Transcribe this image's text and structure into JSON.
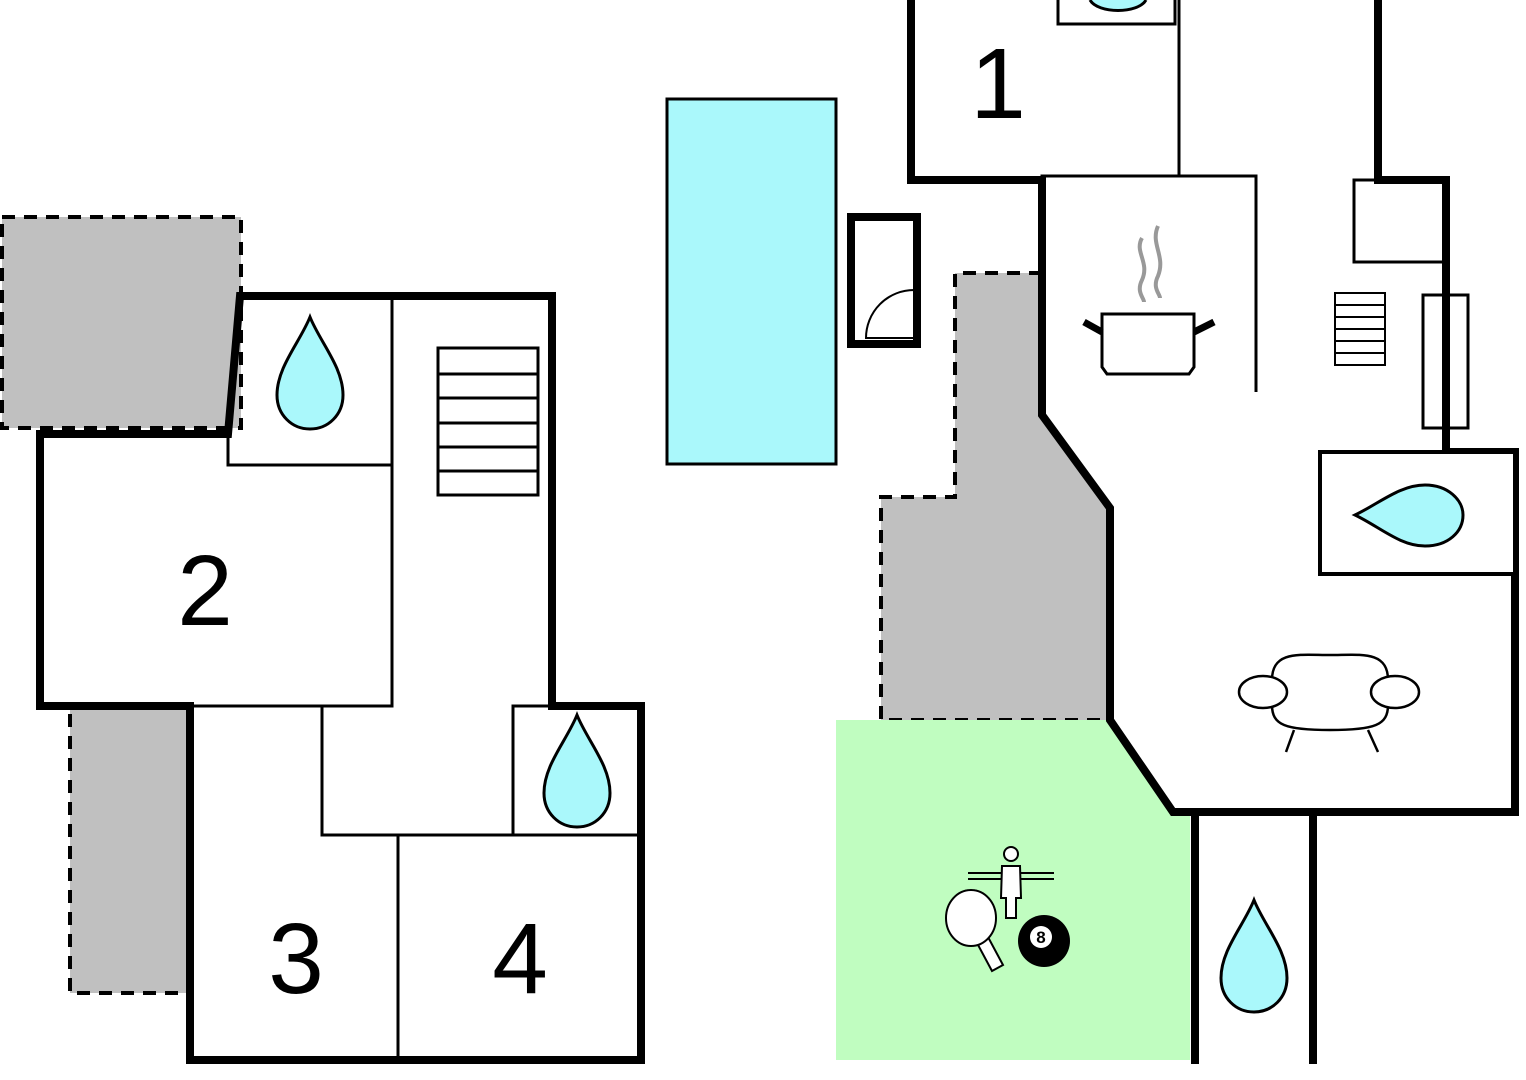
{
  "colors": {
    "terrace": "#c0c0c0",
    "pool": "#aaf8fb",
    "water": "#aaf8fb",
    "game_area": "#c0fdc0",
    "wall": "#000000",
    "background": "#ffffff"
  },
  "rooms": {
    "bedroom_1": "1",
    "bedroom_2": "2",
    "bedroom_3": "3",
    "bedroom_4": "4"
  },
  "icons": {
    "bathroom": "water-drop-icon",
    "kitchen": "cooking-pot-icon",
    "living": "sofa-icon",
    "stairs": "stairs-icon",
    "door": "door-swing-icon",
    "foosball": "foosball-icon",
    "table_tennis": "ping-pong-paddle-icon",
    "billiards": "billiard-ball-icon"
  },
  "billiard_ball_number": "8"
}
